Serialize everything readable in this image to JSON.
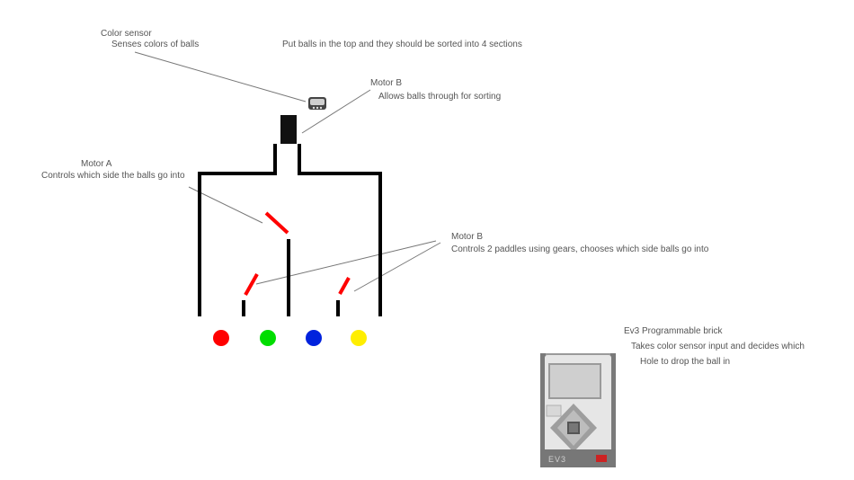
{
  "labels": {
    "color_sensor_title": "Color sensor",
    "color_sensor_desc": "Senses colors of balls",
    "instruction": "Put balls in the top and they should be sorted into 4 sections",
    "motor_b_top_title": "Motor B",
    "motor_b_top_desc": "Allows balls through for sorting",
    "motor_a_title": "Motor A",
    "motor_a_desc": "Controls which side the balls go into",
    "motor_b_bottom_title": "Motor B",
    "motor_b_bottom_desc": "Controls  2 paddles using gears, chooses which side balls go into",
    "brick_title": "Ev3 Programmable brick",
    "brick_desc_line1": "Takes color sensor input and decides which",
    "brick_desc_line2": "Hole to drop the ball in",
    "brick_logo": "EV3"
  },
  "balls": [
    {
      "name": "red",
      "color": "#ff0000"
    },
    {
      "name": "green",
      "color": "#00dd00"
    },
    {
      "name": "blue",
      "color": "#0022dd"
    },
    {
      "name": "yellow",
      "color": "#ffee00"
    }
  ],
  "colors": {
    "structure": "#000000",
    "paddle": "#ff0000",
    "leader_line": "#777777",
    "text": "#555555"
  }
}
